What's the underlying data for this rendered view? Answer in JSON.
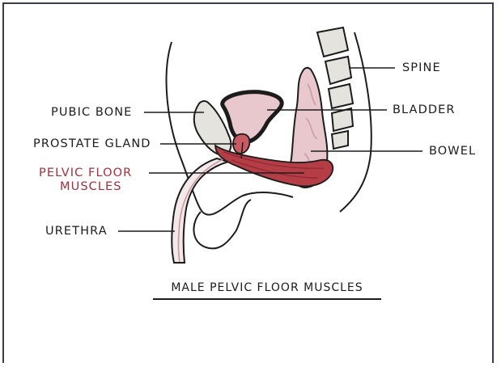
{
  "diagram": {
    "title": "MALE PELVIC FLOOR MUSCLES",
    "labels": {
      "spine": "SPINE",
      "pubic_bone": "PUBIC BONE",
      "bladder": "BLADDER",
      "prostate_gland": "PROSTATE GLAND",
      "bowel": "BOWEL",
      "pelvic_floor_line1": "PELVIC FLOOR",
      "pelvic_floor_line2": "MUSCLES",
      "urethra": "URETHRA"
    },
    "colors": {
      "outline": "#1c1c1c",
      "muscle": "#b53d45",
      "muscle_dark": "#8e2a33",
      "organ_pink": "#e8c8cc",
      "bone": "#e5e3dd",
      "frame": "#3b3c4a",
      "highlight_text": "#a3303a"
    }
  }
}
